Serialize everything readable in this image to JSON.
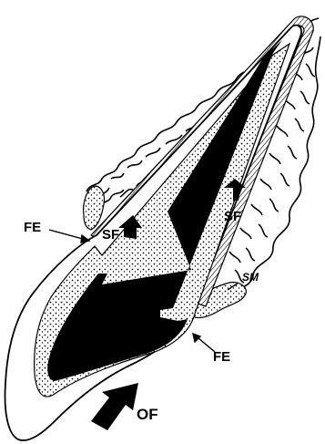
{
  "diagram": {
    "labels": {
      "fe_upper": "FE",
      "sf_left": "SF",
      "sf_right": "SF",
      "sm": "SM",
      "fe_lower": "FE",
      "of": "OF"
    },
    "colors": {
      "ink": "#000000",
      "paper": "#ffffff"
    }
  }
}
